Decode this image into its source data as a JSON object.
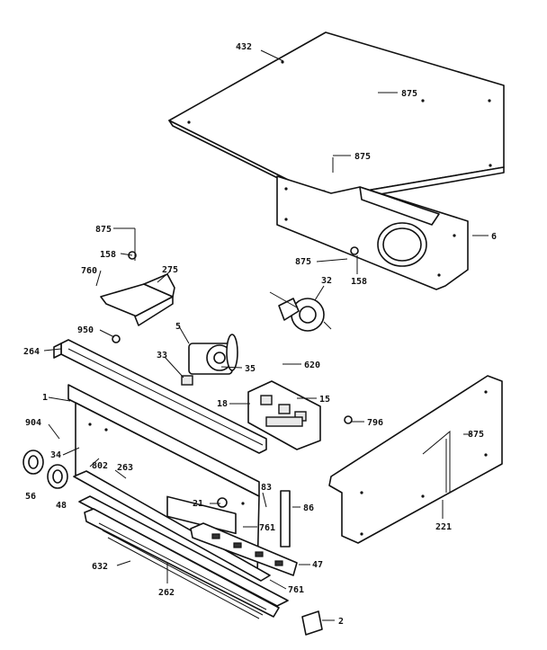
{
  "diagram": {
    "labels": {
      "p432": "432",
      "p875a": "875",
      "p875b": "875",
      "p875c": "875",
      "p875d": "875",
      "p875e": "875",
      "p6": "6",
      "p158a": "158",
      "p158b": "158",
      "p760": "760",
      "p275": "275",
      "p32": "32",
      "p950": "950",
      "p5": "5",
      "p264": "264",
      "p33": "33",
      "p35": "35",
      "p620": "620",
      "p1": "1",
      "p18": "18",
      "p15": "15",
      "p904": "904",
      "p796": "796",
      "p34": "34",
      "p802": "802",
      "p263": "263",
      "p56": "56",
      "p48": "48",
      "p21": "21",
      "p83": "83",
      "p86": "86",
      "p761a": "761",
      "p761b": "761",
      "p221": "221",
      "p47": "47",
      "p632": "632",
      "p262": "262",
      "p2": "2"
    }
  }
}
